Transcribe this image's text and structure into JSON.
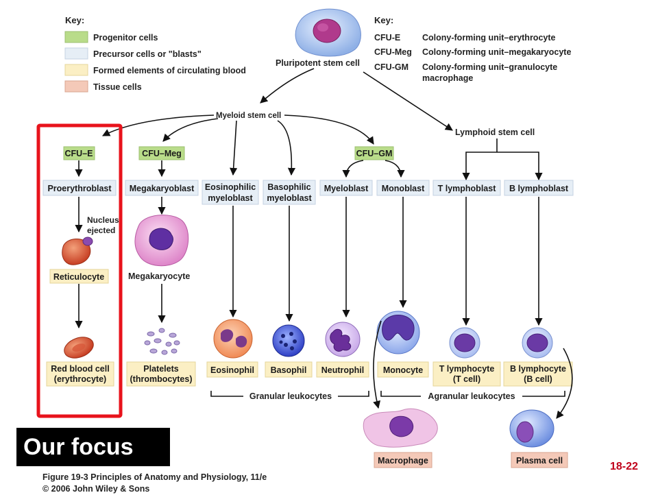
{
  "key_left": {
    "title": "Key:",
    "items": [
      {
        "label": "Progenitor cells",
        "color": "#b9dc8a"
      },
      {
        "label": "Precursor cells or \"blasts\"",
        "color": "#e6eef6"
      },
      {
        "label": "Formed elements of circulating blood",
        "color": "#fbefc4"
      },
      {
        "label": "Tissue cells",
        "color": "#f4c9b8"
      }
    ]
  },
  "key_right": {
    "title": "Key:",
    "items": [
      {
        "abbr": "CFU-E",
        "meaning": "Colony-forming unit–erythrocyte",
        "meaning2": ""
      },
      {
        "abbr": "CFU-Meg",
        "meaning": "Colony-forming unit–megakaryocyte",
        "meaning2": ""
      },
      {
        "abbr": "CFU-GM",
        "meaning": "Colony-forming unit–granulocyte",
        "meaning2": "macrophage"
      }
    ]
  },
  "nodes": {
    "pluripotent": "Pluripotent stem cell",
    "myeloid": "Myeloid stem cell",
    "lymphoid": "Lymphoid stem cell",
    "cfu_e": "CFU–E",
    "cfu_meg": "CFU–Meg",
    "cfu_gm": "CFU–GM",
    "proerythroblast": "Proerythroblast",
    "megakaryoblast": "Megakaryoblast",
    "eosinophilic_1": "Eosinophilic",
    "eosinophilic_2": "myeloblast",
    "basophilic_1": "Basophilic",
    "basophilic_2": "myeloblast",
    "myeloblast": "Myeloblast",
    "monoblast": "Monoblast",
    "t_lymphoblast": "T lymphoblast",
    "b_lymphoblast": "B lymphoblast",
    "nucleus_1": "Nucleus",
    "nucleus_2": "ejected",
    "reticulocyte": "Reticulocyte",
    "megakaryocyte": "Megakaryocyte",
    "rbc_1": "Red blood cell",
    "rbc_2": "(erythrocyte)",
    "platelets_1": "Platelets",
    "platelets_2": "(thrombocytes)",
    "eosinophil": "Eosinophil",
    "basophil": "Basophil",
    "neutrophil": "Neutrophil",
    "monocyte": "Monocyte",
    "t_lymphocyte_1": "T lymphocyte",
    "t_lymphocyte_2": "(T cell)",
    "b_lymphocyte_1": "B lymphocyte",
    "b_lymphocyte_2": "(B cell)",
    "granular": "Granular leukocytes",
    "agranular": "Agranular leukocytes",
    "macrophage": "Macrophage",
    "plasma_cell": "Plasma cell"
  },
  "focus_label": "Our focus",
  "page_number": "18-22",
  "caption": {
    "line1": "Figure 19-3  Principles of Anatomy and Physiology, 11/e",
    "line2": "© 2006 John Wiley & Sons"
  },
  "colors": {
    "progenitor": "#b9dc8a",
    "precursor": "#e6eef6",
    "formed": "#fbefc4",
    "tissue": "#f4c9b8",
    "focus_border": "#e8131c"
  }
}
